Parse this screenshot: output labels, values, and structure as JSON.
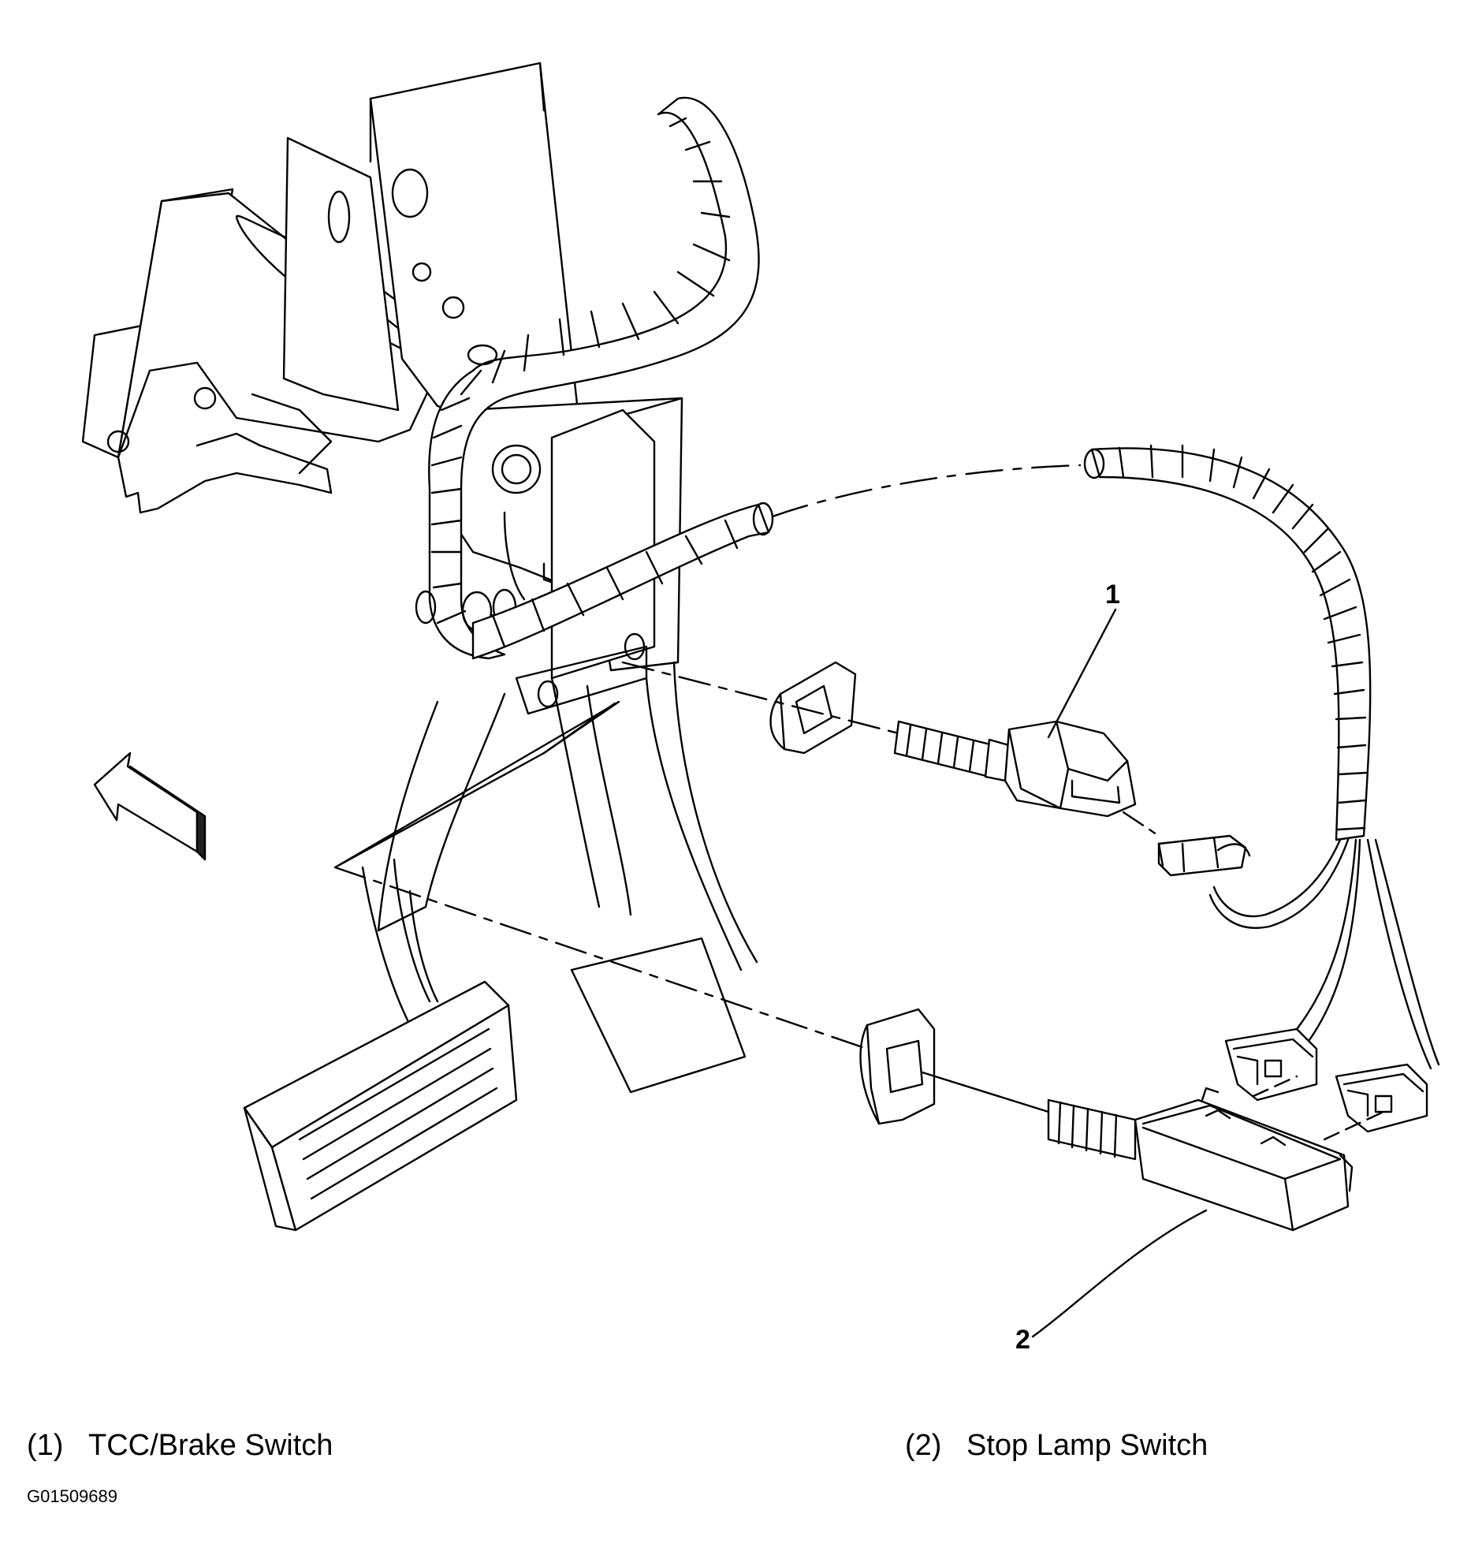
{
  "callouts": [
    {
      "number": "1"
    },
    {
      "number": "2"
    }
  ],
  "legend": [
    {
      "number": "(1)",
      "text": "TCC/Brake Switch"
    },
    {
      "number": "(2)",
      "text": "Stop Lamp Switch"
    }
  ],
  "figure_id": "G01509689",
  "colors": {
    "ink": "#000000",
    "paper": "#ffffff",
    "arrow_fill": "#222222"
  },
  "icons": {
    "direction": "forward-arrow-icon"
  }
}
